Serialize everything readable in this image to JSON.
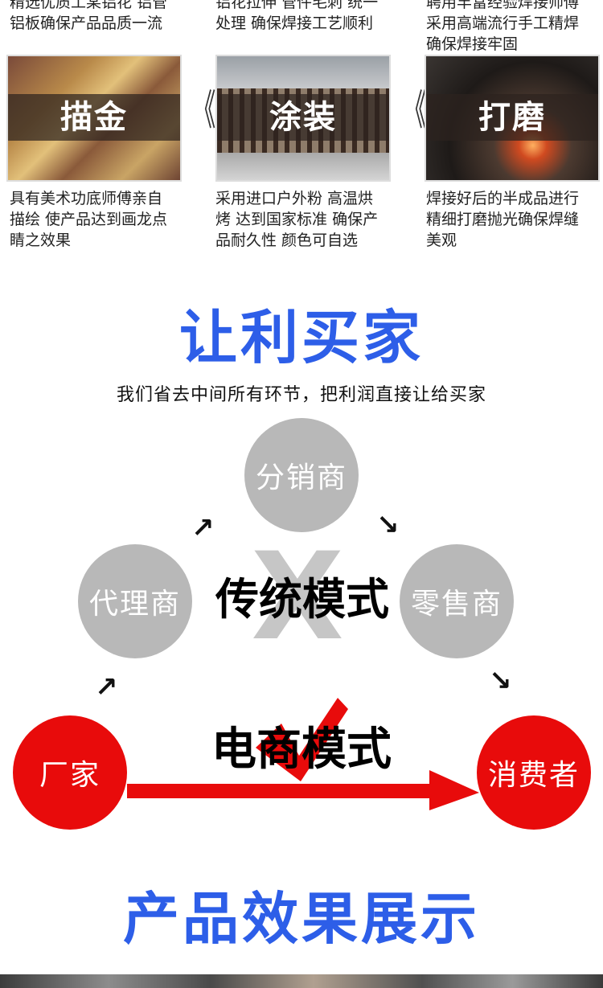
{
  "top_captions": [
    "精选优质工某铝花 铝管\n铝板确保产品品质一流",
    "铝花拉伸 管件毛刺 统一\n处理 确保焊接工艺顺利",
    "聘用丰富经验焊接师傅\n采用高端流行手工精焊\n确保焊接牢固"
  ],
  "process": [
    {
      "label": "描金",
      "caption": "具有美术功底师傅亲自\n描绘 使产品达到画龙点\n睛之效果"
    },
    {
      "label": "涂装",
      "caption": "采用进口户外粉 高温烘\n烤 达到国家标准 确保产\n品耐久性 颜色可自选"
    },
    {
      "label": "打磨",
      "caption": "焊接好后的半成品进行\n精细打磨抛光确保焊缝\n美观"
    }
  ],
  "chevron": "《",
  "section1": {
    "title": "让利买家",
    "subtitle": "我们省去中间所有环节，把利润直接让给买家"
  },
  "diagram": {
    "traditional": {
      "label": "传统模式",
      "nodes": [
        "分销商",
        "代理商",
        "零售商"
      ]
    },
    "ecommerce": {
      "label": "电商模式",
      "from": "厂家",
      "to": "消费者"
    },
    "cross_mark": "X",
    "arrows": [
      "↗",
      "↘",
      "↗",
      "↘"
    ]
  },
  "colors": {
    "accent_blue": "#2d5ee8",
    "node_gray": "#b8b8b8",
    "node_red": "#e80b0b"
  },
  "section2": {
    "title": "产品效果展示"
  }
}
